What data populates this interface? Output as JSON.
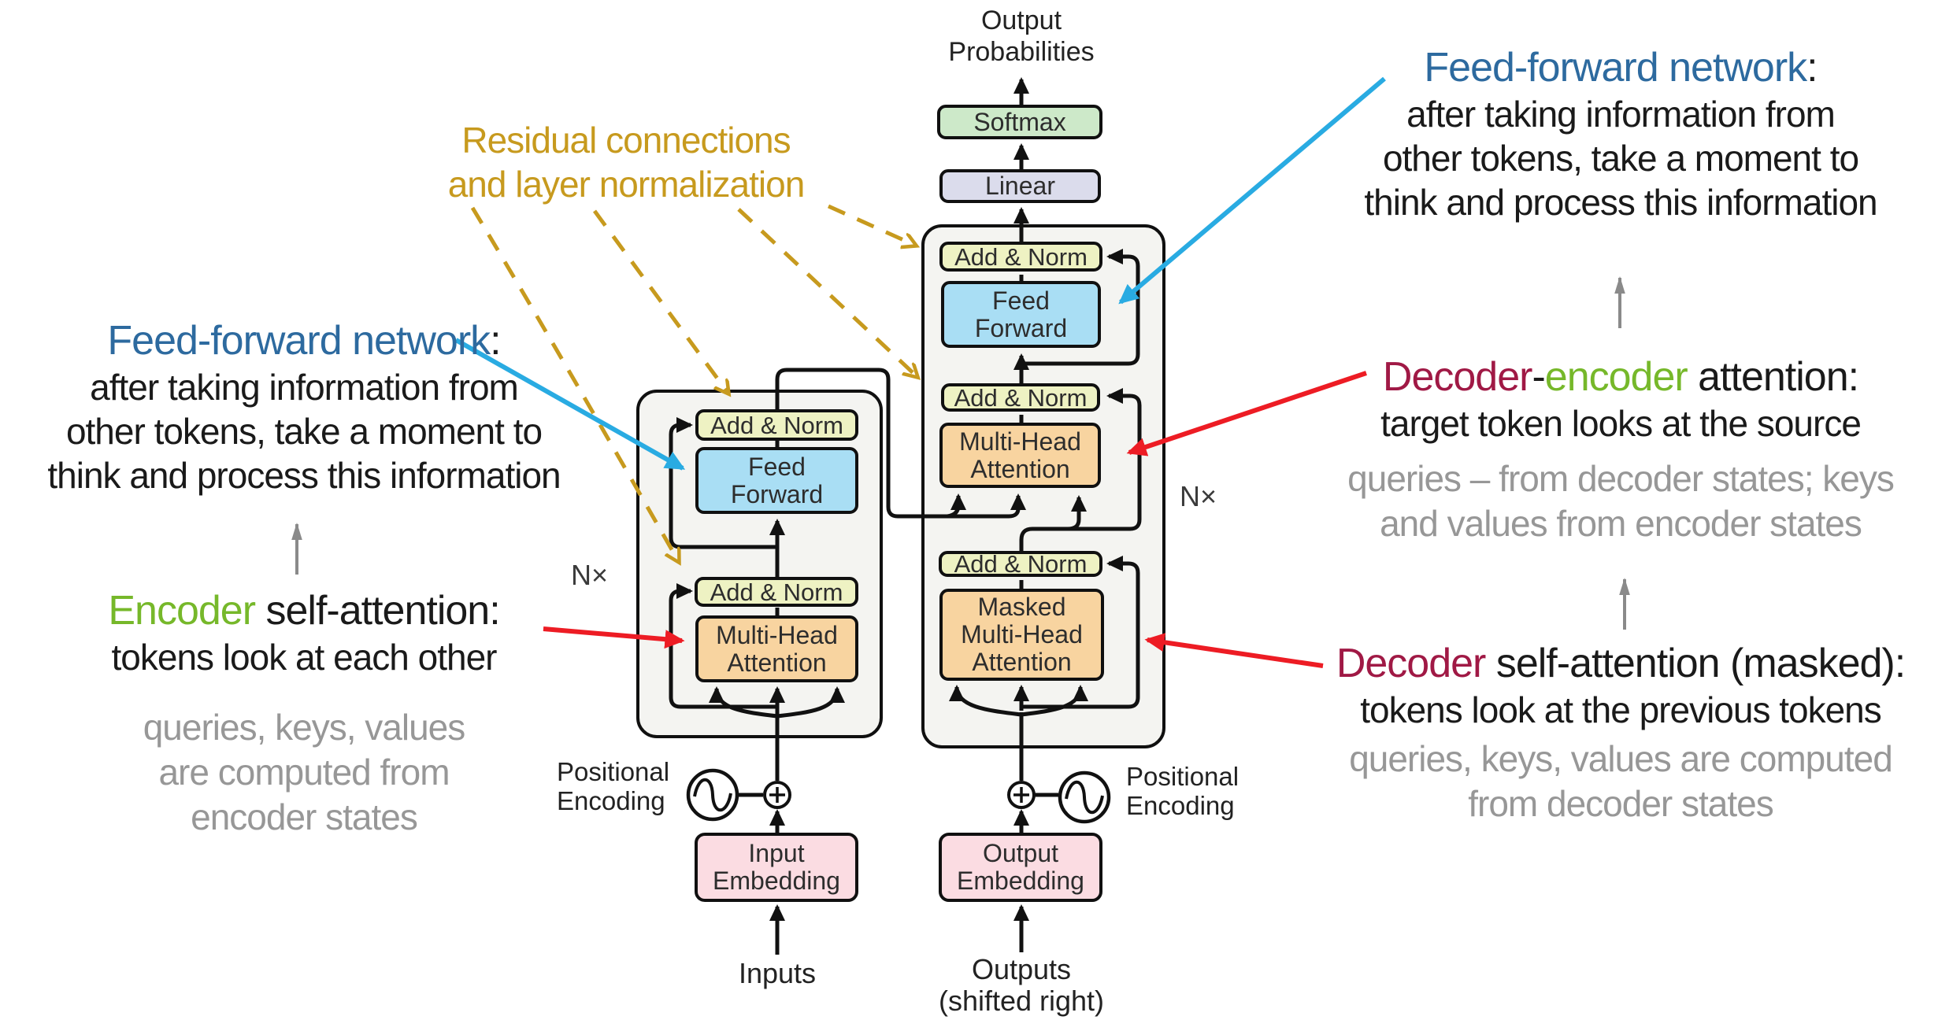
{
  "colors": {
    "box_border": "#101010",
    "container_fill": "#f4f4f1",
    "softmax_fill": "#cde9c9",
    "linear_fill": "#dbdcec",
    "add_norm_fill": "#eef2c3",
    "feed_forward_fill": "#a9def4",
    "attention_fill": "#f8d4a0",
    "embedding_fill": "#fbdce2",
    "annotation_blue": "#2d6a9f",
    "annotation_green": "#76b82a",
    "annotation_crimson": "#a01945",
    "annotation_yellow": "#c79a1e",
    "arrow_red": "#ed1c24",
    "arrow_cyan": "#29abe2",
    "gray_text": "#979797"
  },
  "diagram": {
    "output_probabilities": [
      "Output",
      "Probabilities"
    ],
    "softmax": "Softmax",
    "linear": "Linear",
    "add_norm": "Add & Norm",
    "feed_forward": [
      "Feed",
      "Forward"
    ],
    "multi_head": [
      "Multi-Head",
      "Attention"
    ],
    "masked_multi_head": [
      "Masked",
      "Multi-Head",
      "Attention"
    ],
    "input_embedding": [
      "Input",
      "Embedding"
    ],
    "output_embedding": [
      "Output",
      "Embedding"
    ],
    "positional_encoding": [
      "Positional",
      "Encoding"
    ],
    "inputs": "Inputs",
    "outputs": [
      "Outputs",
      "(shifted right)"
    ],
    "n_times_left": "N×",
    "n_times_right": "N×"
  },
  "annotations": {
    "residual": {
      "line1": "Residual connections",
      "line2": "and layer normalization"
    },
    "ffn_left": {
      "title_colored": "Feed-forward network",
      "title_colon": ":",
      "lines": [
        "after taking information from",
        "other tokens, take a moment to",
        "think and process this information"
      ]
    },
    "ffn_right": {
      "title_colored": "Feed-forward network",
      "title_colon": ":",
      "lines": [
        "after taking information from",
        "other tokens, take a moment to",
        "think and process this information"
      ]
    },
    "enc_sa": {
      "word1": "Encoder",
      "rest": " self-attention:",
      "line": "tokens look at each other",
      "gray": [
        "queries, keys, values",
        "are computed from",
        "encoder states"
      ]
    },
    "dec_enc": {
      "word1": "Decoder",
      "dash": "-",
      "word2": "encoder",
      "rest": " attention:",
      "line": "target token looks at the source",
      "gray": [
        "queries – from decoder states; keys",
        "and values from encoder states"
      ]
    },
    "dec_sa": {
      "word1": "Decoder",
      "rest": " self-attention (masked):",
      "line": "tokens look at the previous tokens",
      "gray": [
        "queries, keys, values are computed",
        "from decoder states"
      ]
    }
  }
}
